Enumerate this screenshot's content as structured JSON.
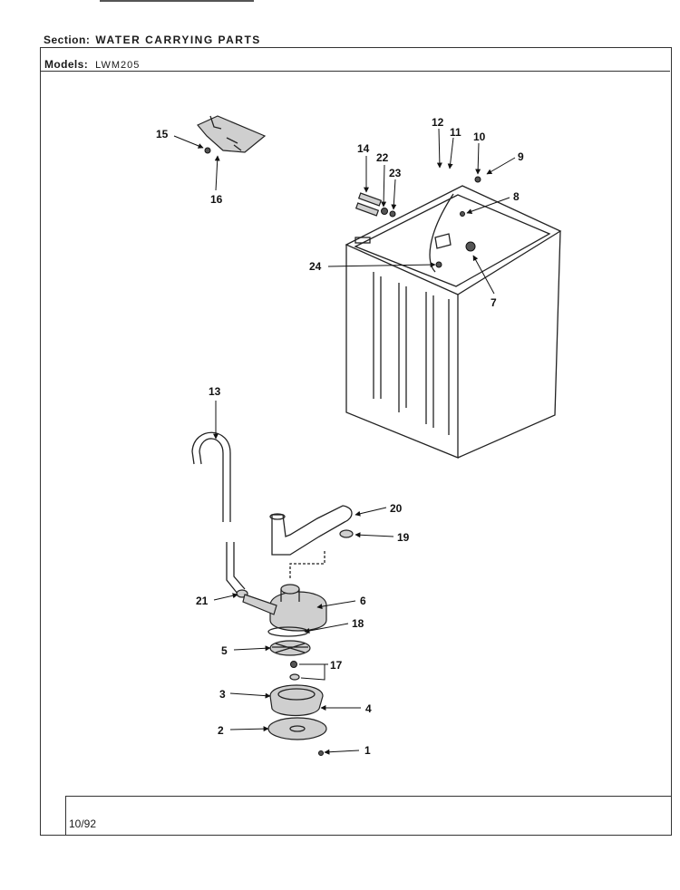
{
  "header": {
    "section_label": "Section:",
    "section_value": "WATER CARRYING PARTS",
    "models_label": "Models:",
    "models_value": "LWM205"
  },
  "footer": {
    "date": "10/92"
  },
  "callouts": [
    "1",
    "2",
    "3",
    "4",
    "5",
    "6",
    "7",
    "8",
    "9",
    "10",
    "11",
    "12",
    "13",
    "14",
    "15",
    "16",
    "17",
    "18",
    "19",
    "20",
    "21",
    "22",
    "23",
    "24"
  ]
}
